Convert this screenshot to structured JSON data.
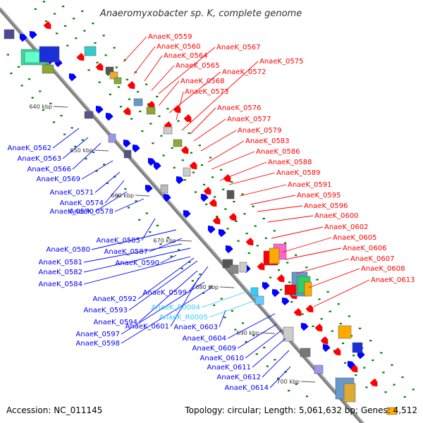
{
  "title": "Anaeromyxobacter sp. K, complete genome",
  "footer": {
    "accession": "Accession: NC_011145",
    "summary": "Topology: circular; Length: 5,061,632 bp; Genes: 4,512"
  },
  "colors": {
    "backbone": "#7f7f7f",
    "forward": "#ff0000",
    "reverse": "#0000ff",
    "rna": "#33ccff",
    "minor": "#008000"
  },
  "ticks": [
    "640 kbp",
    "650 kbp",
    "660 kbp",
    "670 kbp",
    "680 kbp",
    "690 kbp",
    "700 kbp"
  ],
  "genes_red": [
    "AnaeK_0559",
    "AnaeK_0560",
    "AnaeK_0564",
    "AnaeK_0565",
    "AnaeK_0567",
    "AnaeK_0568",
    "AnaeK_0572",
    "AnaeK_0573",
    "AnaeK_0575",
    "AnaeK_0576",
    "AnaeK_0577",
    "AnaeK_0579",
    "AnaeK_0583",
    "AnaeK_0586",
    "AnaeK_0588",
    "AnaeK_0589",
    "AnaeK_0591",
    "AnaeK_0595",
    "AnaeK_0596",
    "AnaeK_0600",
    "AnaeK_0602",
    "AnaeK_0605",
    "AnaeK_0606",
    "AnaeK_0607",
    "AnaeK_0608",
    "AnaeK_0613"
  ],
  "genes_blue": [
    "AnaeK_0562",
    "AnaeK_0563",
    "AnaeK_0566",
    "AnaeK_0569",
    "AnaeK_0571",
    "AnaeK_0574",
    "AnaeK_0570",
    "AnaeK_0578",
    "AnaeK_0585",
    "AnaeK_0580",
    "AnaeK_0587",
    "AnaeK_0581",
    "AnaeK_0590",
    "AnaeK_0582",
    "AnaeK_0584",
    "AnaeK_0592",
    "AnaeK_0599",
    "AnaeK_0593",
    "AnaeK_0594",
    "AnaeK_0601",
    "AnaeK_0603",
    "AnaeK_0597",
    "AnaeK_0598",
    "AnaeK_0604",
    "AnaeK_0609",
    "AnaeK_0610",
    "AnaeK_0611",
    "AnaeK_0612",
    "AnaeK_0614"
  ],
  "genes_rna": [
    "AnaeK_R0004",
    "AnaeK_R0005"
  ]
}
